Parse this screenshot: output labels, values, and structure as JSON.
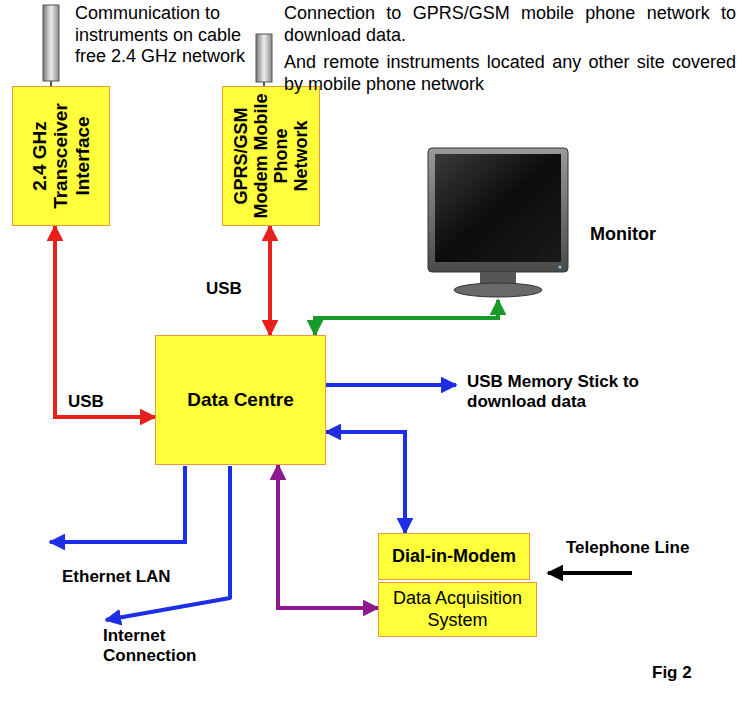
{
  "diagram": {
    "nodes": [
      {
        "text": [
          "2.4 GHz Transceiver Interface"
        ]
      },
      {
        "text": [
          "GPRS/GSM Modem Mobile Phone Network"
        ]
      },
      {
        "text": [
          "Monitor"
        ]
      },
      {
        "text": [
          "Data Centre"
        ]
      },
      {
        "text": [
          "Dial-in-Modem"
        ]
      },
      {
        "text": [
          "Data Acquisition System"
        ]
      }
    ],
    "edges": [
      {
        "from": 0,
        "to": 3,
        "label": "USB",
        "arrow": "both"
      },
      {
        "from": 1,
        "to": 3,
        "label": "USB",
        "arrow": "both"
      },
      {
        "from": 2,
        "to": 3,
        "arrow": "both"
      },
      {
        "from": 3,
        "to": 4,
        "arrow": "both"
      },
      {
        "from": 3,
        "to": 5,
        "arrow": "both"
      }
    ],
    "labels": [
      "Communication to instruments on cable free 2.4 GHz network",
      "Connection to GPRS/GSM mobile phone network to download data.",
      "And remote instruments located any other site covered by mobile phone network",
      "USB Memory Stick to download data",
      "Ethernet LAN",
      "Internet Connection",
      "Telephone Line",
      "Fig 2"
    ]
  }
}
